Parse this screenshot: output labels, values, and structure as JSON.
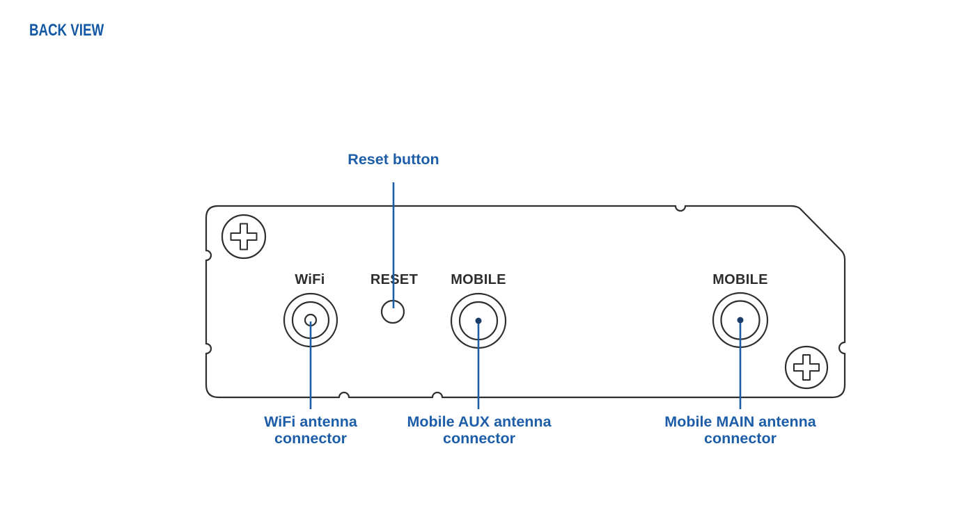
{
  "title": "BACK VIEW",
  "panel": {
    "labels": {
      "wifi": "WiFi",
      "reset": "RESET",
      "mobile_aux": "MOBILE",
      "mobile_main": "MOBILE"
    }
  },
  "callouts": {
    "reset": {
      "label": "Reset button"
    },
    "wifi": {
      "line1": "WiFi antenna",
      "line2": "connector"
    },
    "mobile_aux": {
      "line1": "Mobile AUX antenna",
      "line2": "connector"
    },
    "mobile_main": {
      "line1": "Mobile MAIN antenna",
      "line2": "connector"
    }
  },
  "icons": {
    "screw_top_left": "phillips-screw-icon",
    "screw_bottom_right": "phillips-screw-icon",
    "wifi_connector": "wifi-antenna-connector-icon",
    "reset_button": "reset-pinhole-button-icon",
    "mobile_aux_connector": "mobile-aux-antenna-connector-icon",
    "mobile_main_connector": "mobile-main-antenna-connector-icon"
  },
  "colors": {
    "accent_blue": "#1e5da7",
    "title_blue": "#1457a5",
    "outline_dark": "#2e2e2e",
    "connector_dot_navy": "#1a3c66",
    "background": "#ffffff"
  }
}
